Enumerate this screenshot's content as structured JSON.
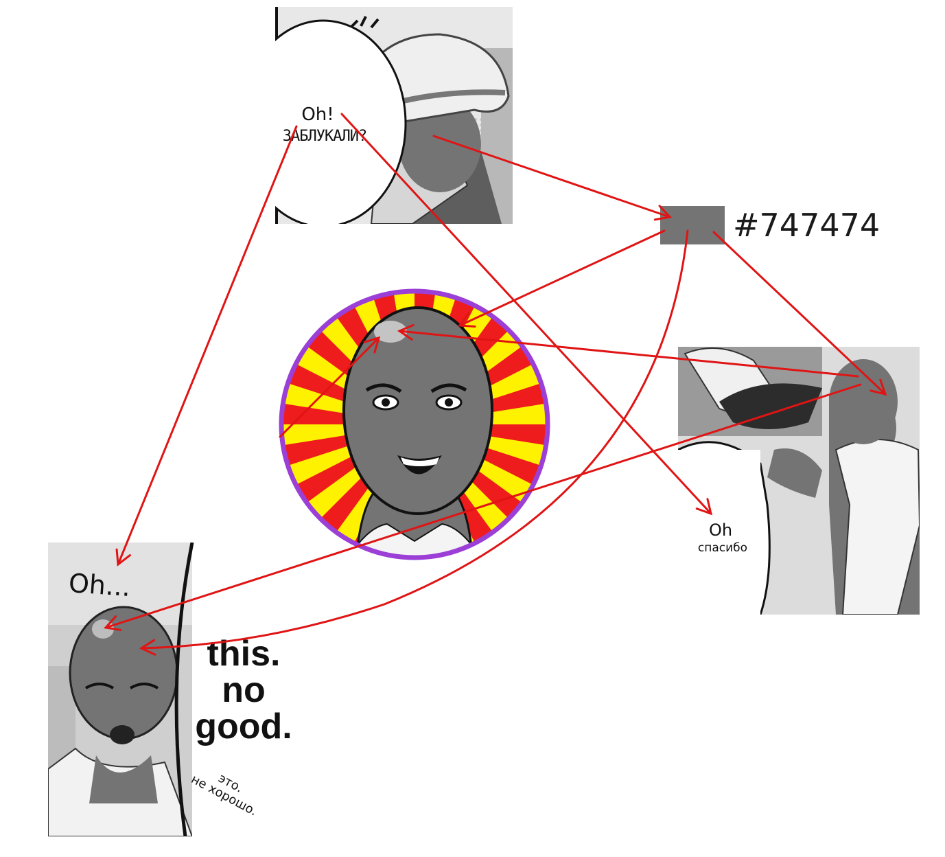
{
  "color_swatch": {
    "label": "#747474",
    "color": "#747474"
  },
  "panel_top": {
    "line1": "Oh!",
    "line2": "ЗАБЛУКАЛИ?"
  },
  "panel_right": {
    "line1": "Oh",
    "line2": "спасибо"
  },
  "panel_left": {
    "exclaim": "Oh...",
    "english_line1": "this.",
    "english_line2": "no",
    "english_line3": "good.",
    "russian_line1": "это.",
    "russian_line2": "не хорошо."
  },
  "colors": {
    "arrow": "#e01414",
    "ring": "#9b3fd6",
    "ray_red": "#ee1c1c",
    "ray_yellow": "#fff200",
    "skin": "#747474"
  },
  "icons": [
    "arrow-icon",
    "color-swatch",
    "sunburst-portrait"
  ]
}
